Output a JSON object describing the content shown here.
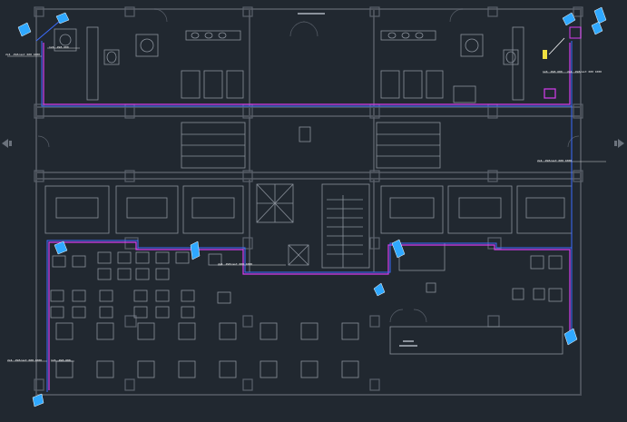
{
  "viewport": {
    "background": "#212830"
  },
  "colors": {
    "wall": "#4a5059",
    "wall_light": "#5a616b",
    "fixture": "#8b929c",
    "cable_blue": "#3c6cff",
    "cable_magenta": "#d63cf0",
    "camera": "#2fa8ff",
    "accent_yellow": "#f0e040",
    "text": "#ffffff"
  },
  "annotations": {
    "top_left_main": "2x4 .Pm5cast 600 1000",
    "top_left_branch": "1x6 .Pm5 600",
    "top_right_branch": "1x6 .Pm5 600",
    "top_right_riser": "2x4 .Pm5cast 600 1000",
    "right_mid": "2x4 .Pm5cast 600 1000",
    "center": "2x4 .Pm5cast 600 1000",
    "bottom_left_main": "2x4 .Pm5cast 600 1000",
    "bottom_left_branch": "1x6 .Pm5 600"
  },
  "navigation": {
    "left_arrow": "pan-left-icon",
    "right_arrow": "pan-right-icon"
  },
  "devices": {
    "camera_icon": "camera-icon",
    "junction_icon": "junction-box-icon"
  }
}
